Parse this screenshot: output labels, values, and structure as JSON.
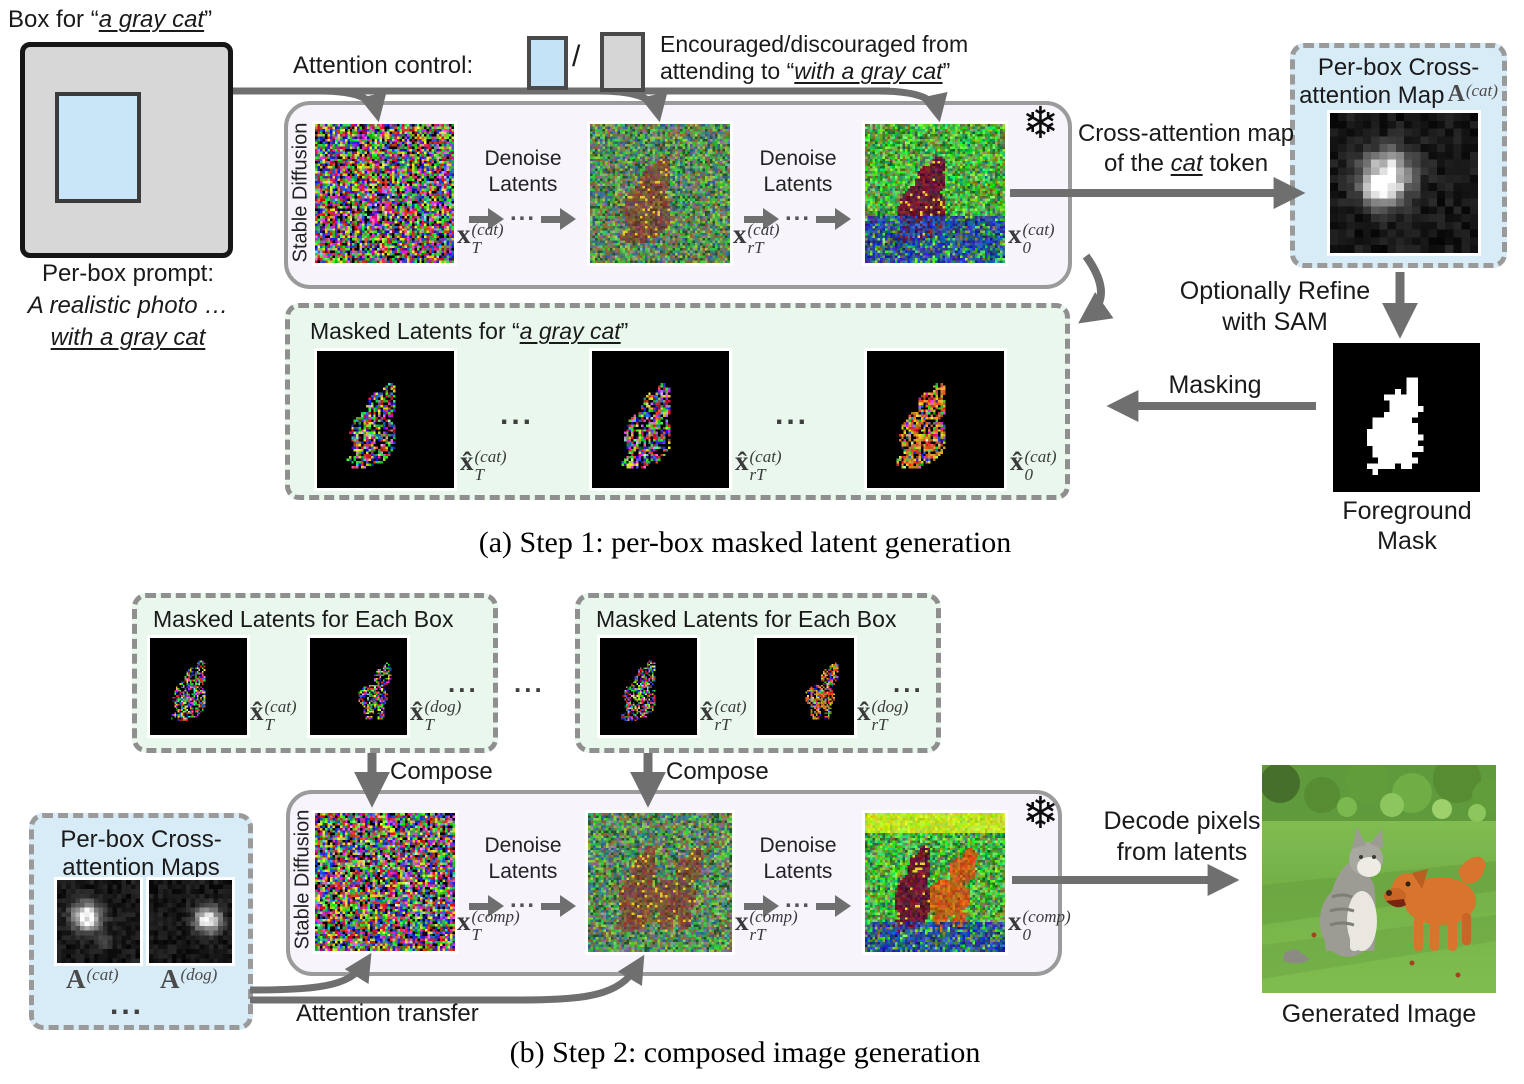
{
  "figure": {
    "palette": {
      "arrow_gray": "#6f6f6f",
      "sd_box_bg": "#f7f4fb",
      "green_box_bg": "#e9f7ed",
      "blue_box_bg": "#d8ecf8",
      "swatch_blue": "#c5e3f7",
      "swatch_gray": "#d6d6d6",
      "mask_fg": "#ffffff",
      "mask_bg": "#000000"
    },
    "step1": {
      "box_label": {
        "prefix": "Box for “",
        "phrase": "a gray cat",
        "suffix": "”"
      },
      "prompt": {
        "title": "Per-box prompt:",
        "line1": "A realistic photo …",
        "line2": "with a gray cat"
      },
      "attention_control": {
        "label": "Attention control:",
        "slash": "/",
        "desc_line1": "Encouraged/discouraged from",
        "desc_line2_prefix": "attending to “",
        "desc_line2_phrase": "with a gray cat",
        "desc_line2_suffix": "”"
      },
      "sd": {
        "title": "Stable Diffusion",
        "denoise": "Denoise\nLatents",
        "dots": "...",
        "snowflake": "❄",
        "latents": [
          {
            "base": "x",
            "sub": "T",
            "sup": "(cat)"
          },
          {
            "base": "x",
            "sub": "rT",
            "sup": "(cat)"
          },
          {
            "base": "x",
            "sub": "0",
            "sup": "(cat)"
          }
        ]
      },
      "cross_attention_arrow": {
        "line1": "Cross-attention map",
        "line2_prefix": "of the ",
        "line2_word": "cat",
        "line2_suffix": " token"
      },
      "attn_map_box": {
        "title_line1": "Per-box Cross-",
        "title_line2": "attention Map",
        "math": {
          "base": "A",
          "sup": "(cat)"
        }
      },
      "refine": {
        "line1": "Optionally Refine",
        "line2": "with SAM"
      },
      "masking_label": "Masking",
      "foreground_mask_label": "Foreground\nMask",
      "masked_box": {
        "title_prefix": "Masked Latents for “",
        "title_phrase": "a gray cat",
        "title_suffix": "”",
        "dots": "...",
        "latents": [
          {
            "base": "x̂",
            "sub": "T",
            "sup": "(cat)"
          },
          {
            "base": "x̂",
            "sub": "rT",
            "sup": "(cat)"
          },
          {
            "base": "x̂",
            "sub": "0",
            "sup": "(cat)"
          }
        ]
      },
      "caption": "(a) Step 1: per-box masked latent generation"
    },
    "step2": {
      "masked_boxes": [
        {
          "title": "Masked Latents for Each Box",
          "dots": "...",
          "latents": [
            {
              "base": "x̂",
              "sub": "T",
              "sup": "(cat)"
            },
            {
              "base": "x̂",
              "sub": "T",
              "sup": "(dog)"
            }
          ]
        },
        {
          "title": "Masked Latents for Each Box",
          "dots": "...",
          "latents": [
            {
              "base": "x̂",
              "sub": "rT",
              "sup": "(cat)"
            },
            {
              "base": "x̂",
              "sub": "rT",
              "sup": "(dog)"
            }
          ]
        }
      ],
      "between_dots": "...",
      "compose_labels": [
        "Compose",
        "Compose"
      ],
      "attn_maps_box": {
        "title_line1": "Per-box Cross-",
        "title_line2": "attention Maps",
        "dots": "...",
        "maps": [
          {
            "base": "A",
            "sup": "(cat)"
          },
          {
            "base": "A",
            "sup": "(dog)"
          }
        ]
      },
      "sd": {
        "title": "Stable Diffusion",
        "denoise": "Denoise\nLatents",
        "dots": "...",
        "snowflake": "❄",
        "latents": [
          {
            "base": "x",
            "sub": "T",
            "sup": "(comp)"
          },
          {
            "base": "x",
            "sub": "rT",
            "sup": "(comp)"
          },
          {
            "base": "x",
            "sub": "0",
            "sup": "(comp)"
          }
        ]
      },
      "attention_transfer_label": "Attention transfer",
      "decode": {
        "line1": "Decode pixels",
        "line2": "from latents"
      },
      "generated_image_label": "Generated Image",
      "caption": "(b) Step 2: composed image generation"
    }
  }
}
